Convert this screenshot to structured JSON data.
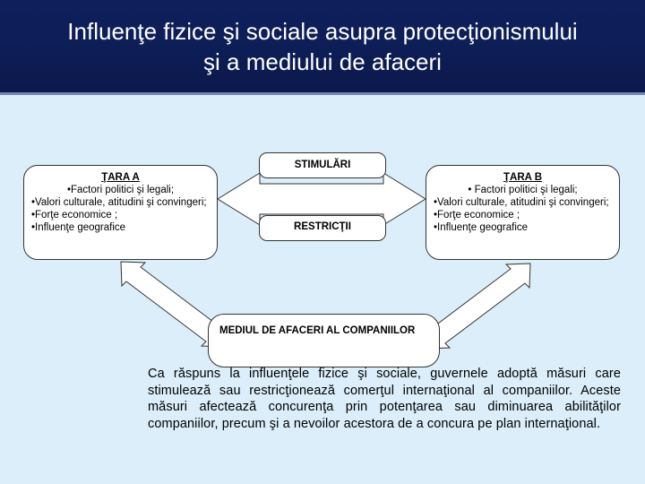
{
  "slide": {
    "title": "Influenţe fizice şi sociale asupra protecţionismului\nşi a mediului de afaceri"
  },
  "country_a": {
    "name": "ŢARA A",
    "items": [
      "•Factori politici şi legali;",
      "•Valori culturale, atitudini şi convingeri;",
      "•Forţe economice ;",
      "•Influenţe geografice"
    ]
  },
  "country_b": {
    "name": "ŢARA B",
    "items": [
      "• Factori politici şi legali;",
      "•Valori culturale, atitudini şi convingeri;",
      "•Forţe economice ;",
      "•Influenţe geografice"
    ]
  },
  "center": {
    "top_label": "STIMULĂRI",
    "bottom_label": "RESTRICŢII"
  },
  "bottom_box": {
    "label": "MEDIUL DE AFACERI AL COMPANIILOR"
  },
  "paragraph": "Ca răspuns la influenţele fizice şi sociale, guvernele adoptă măsuri care stimulează sau restricţionează comerţul internaţional al companiilor. Aceste măsuri afectează concurenţa prin potenţarea sau diminuarea abilităţilor companiilor, precum şi a nevoilor acestora de a concura pe plan internaţional.",
  "colors": {
    "header_bg": "#0f1f5c",
    "slide_bg": "#dbeefa",
    "box_fill": "#ffffff",
    "text": "#000000"
  }
}
